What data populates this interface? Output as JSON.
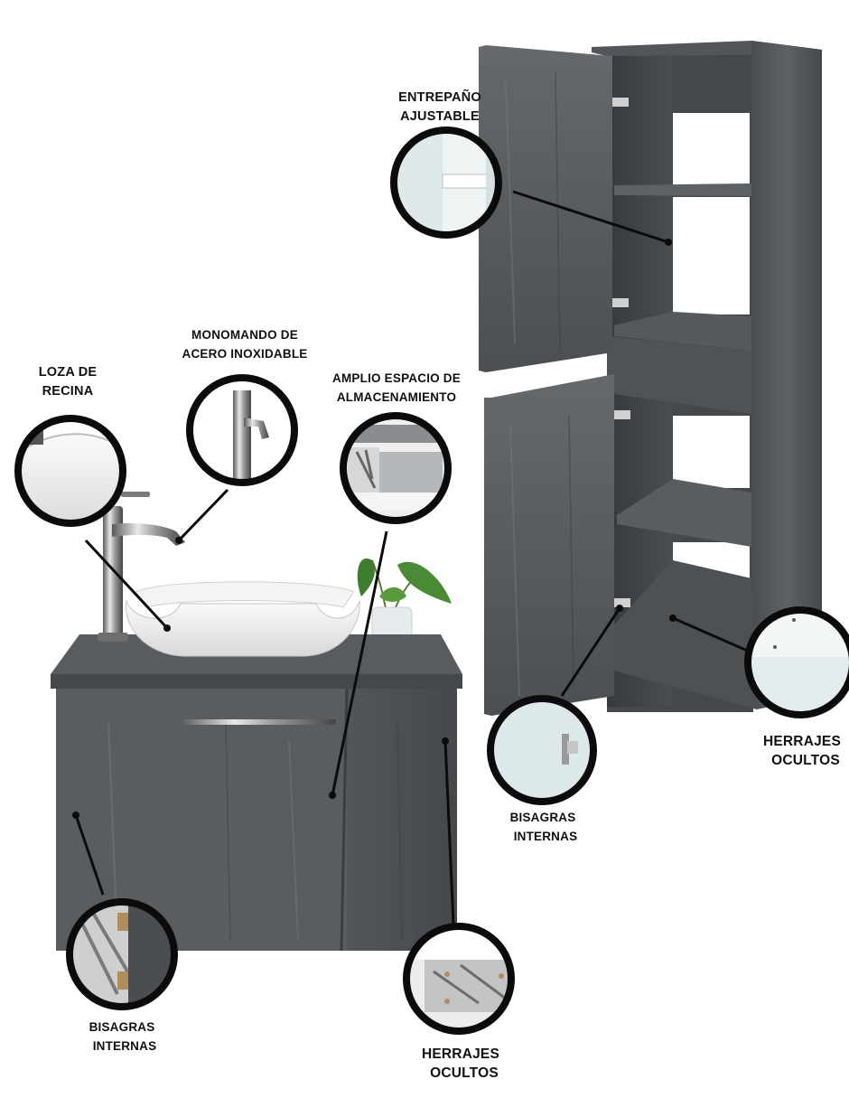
{
  "colors": {
    "wood_dark": "#3f4245",
    "wood_mid": "#5b5e61",
    "wood_light": "#7a7d80",
    "callout_ring": "#0b0b0b",
    "detail_bg": "#dde8ea",
    "text": "#111111"
  },
  "callouts": {
    "adjustable_shelf": {
      "line1": "ENTREPAÑO",
      "line2": "AJUSTABLE"
    },
    "single_lever_faucet": {
      "line1": "MONOMANDO DE",
      "line2": "ACERO INOXIDABLE"
    },
    "resin_basin": {
      "line1": "LOZA DE",
      "line2": "RECINA"
    },
    "storage_space": {
      "line1": "AMPLIO ESPACIO DE",
      "line2": "ALMACENAMIENTO"
    },
    "hidden_hardware_tower": {
      "line1": "HERRAJES",
      "line2": "OCULTOS"
    },
    "internal_hinges_tower": {
      "line1": "BISAGRAS",
      "line2": "INTERNAS"
    },
    "internal_hinges_vanity": {
      "line1": "BISAGRAS",
      "line2": "INTERNAS"
    },
    "hidden_hardware_vanity": {
      "line1": "HERRAJES",
      "line2": "OCULTOS"
    }
  }
}
